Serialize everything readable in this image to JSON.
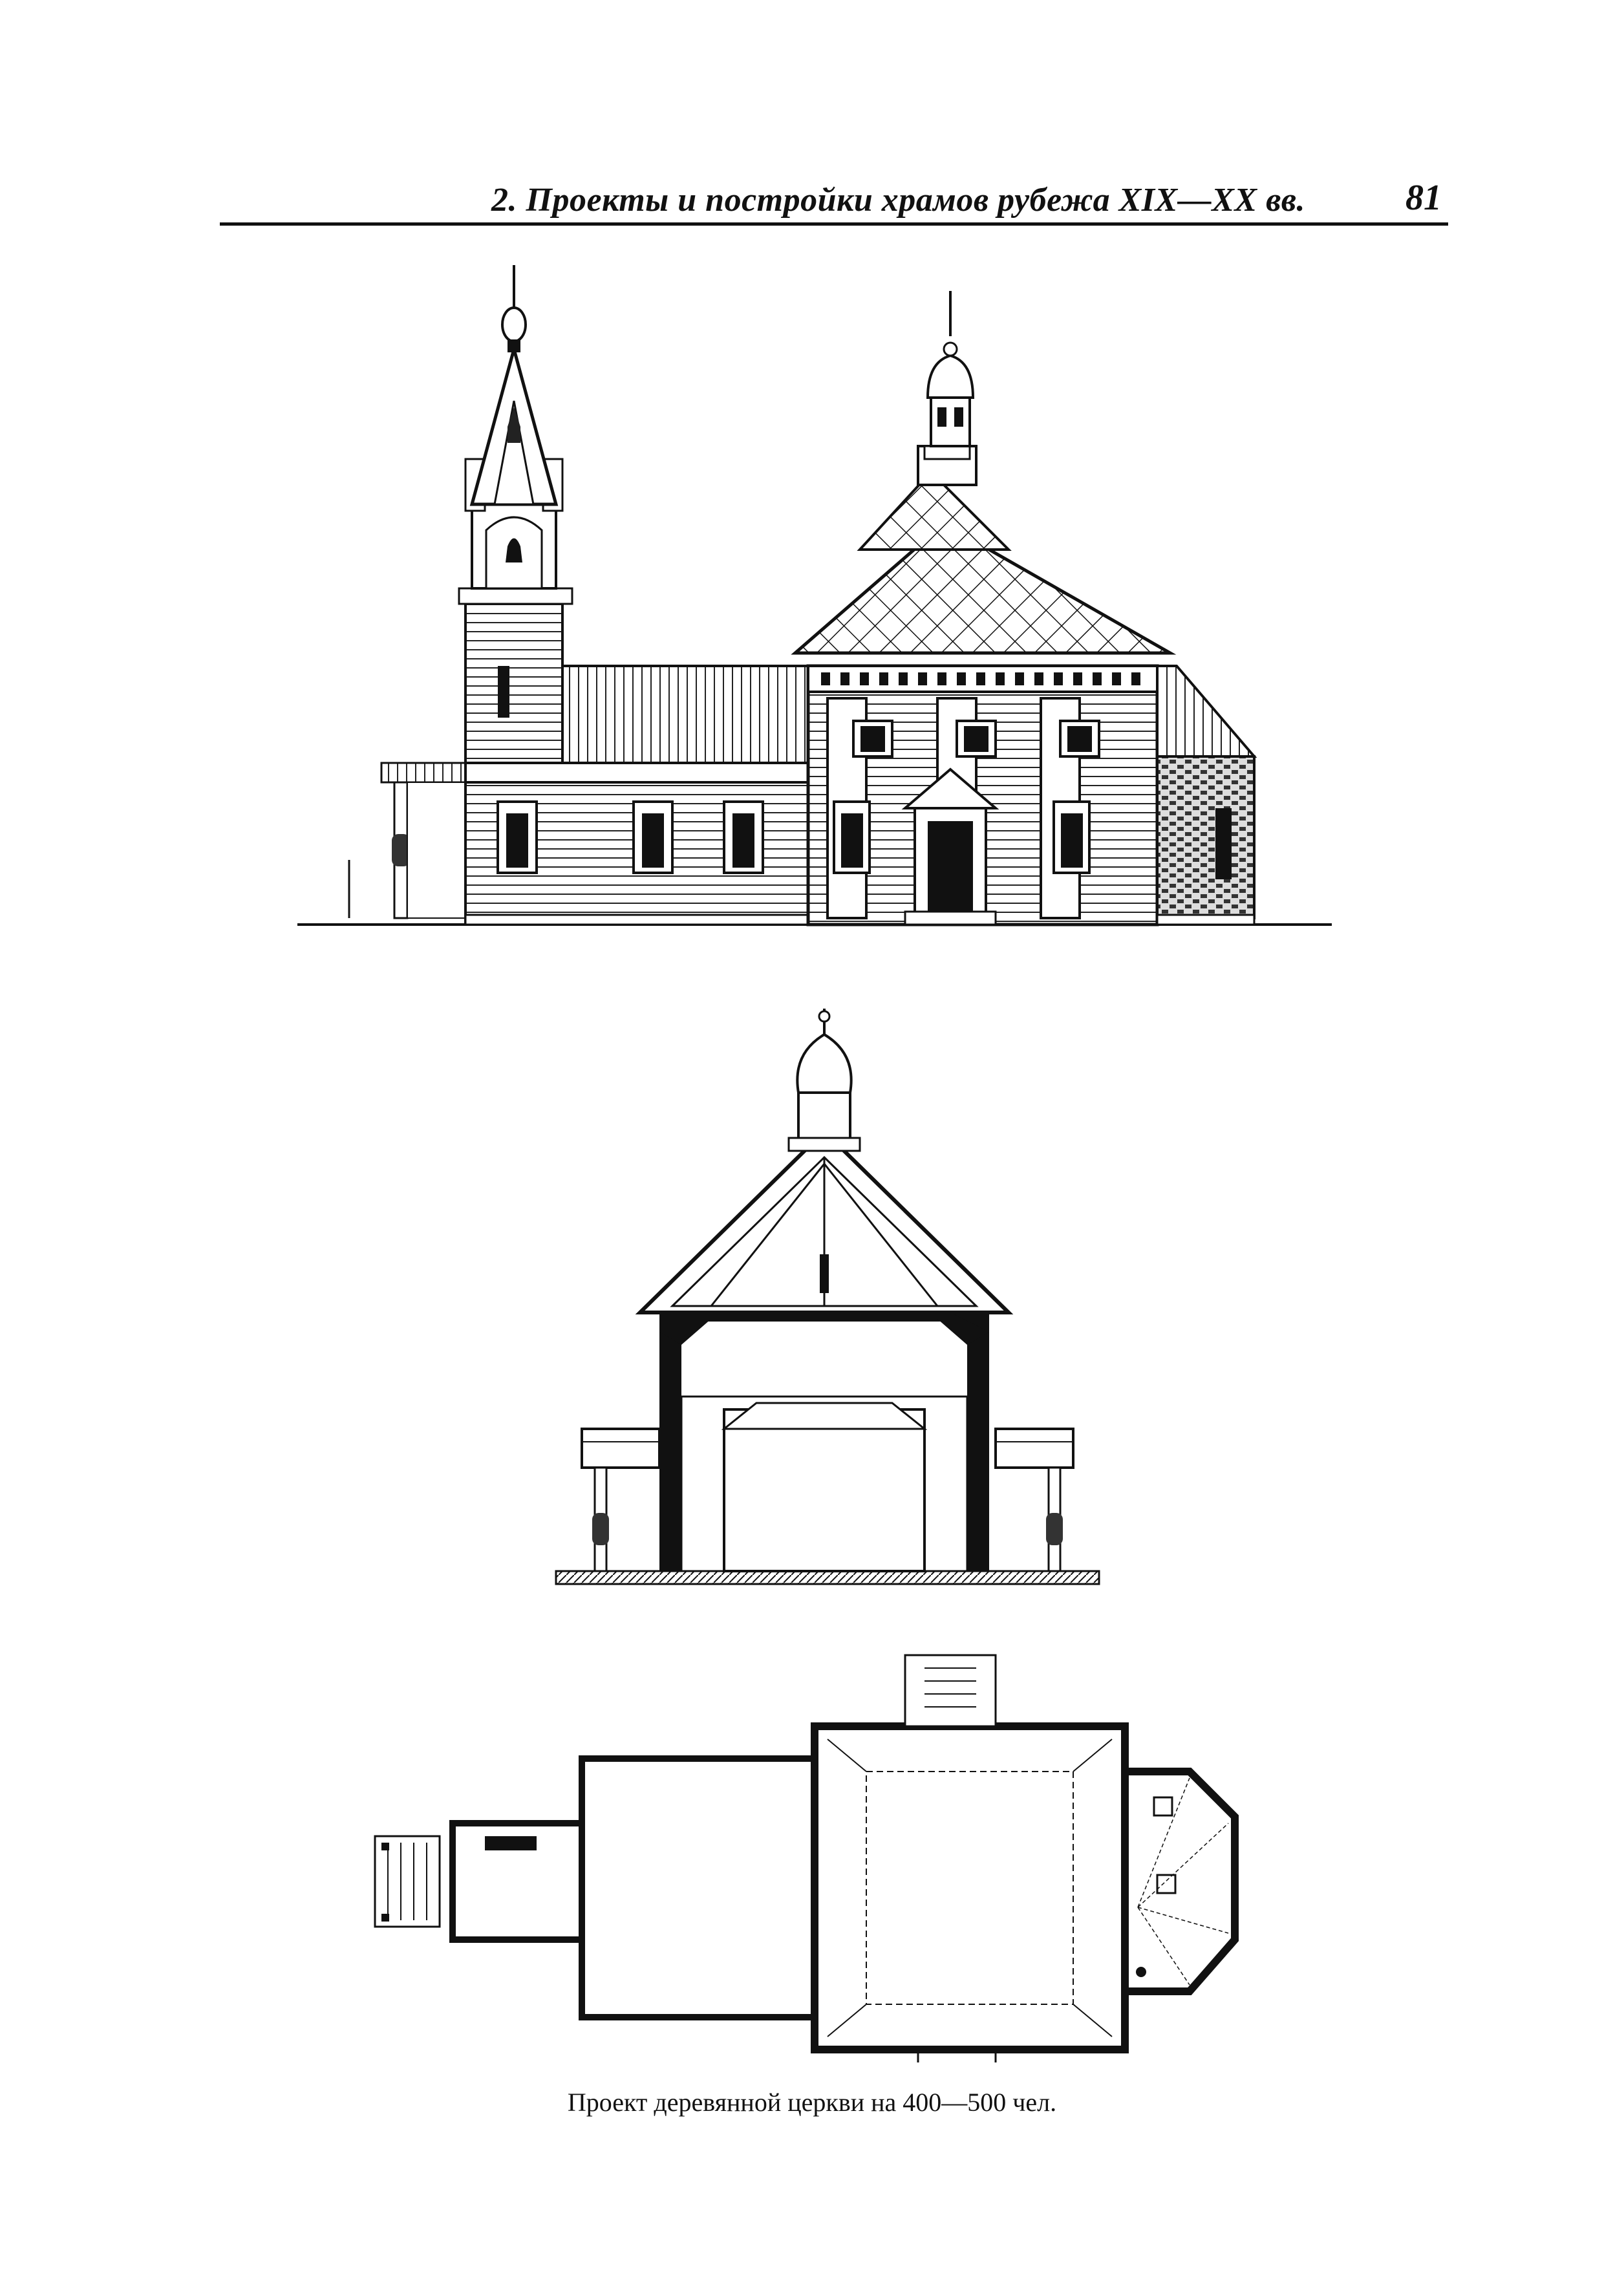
{
  "header": {
    "title": "2. Проекты и постройки храмов рубежа XIX—XX вв.",
    "page_number": "81"
  },
  "figures": {
    "facade": "side-elevation",
    "section": "cross-section",
    "plan": "floor-plan"
  },
  "caption": "Проект деревянной церкви на 400—500 чел."
}
